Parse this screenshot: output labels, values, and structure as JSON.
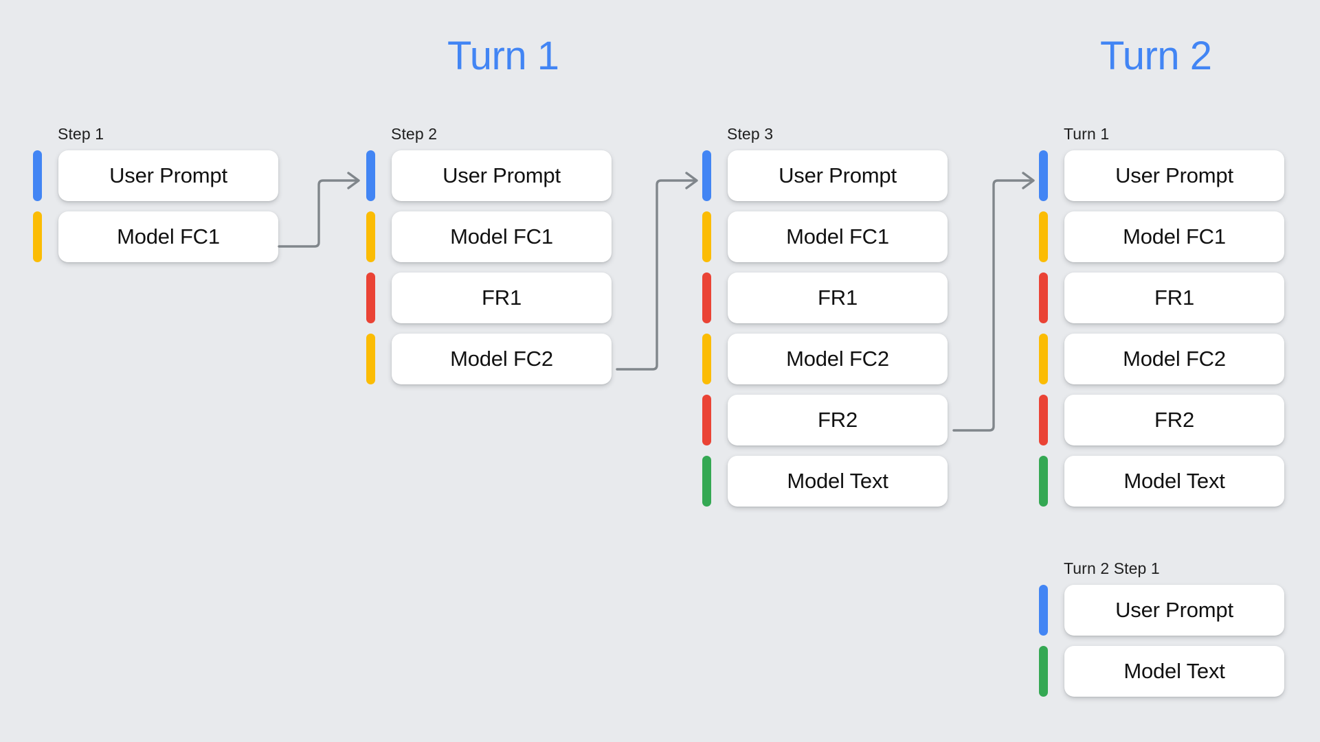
{
  "background_color": "#e8eaed",
  "accent_color": "#4285f4",
  "headings": [
    {
      "label": "Turn 1"
    },
    {
      "label": "Turn 2"
    }
  ],
  "palette": {
    "user_prompt": "#4285f4",
    "model_function_call": "#fbbc04",
    "function_response": "#ea4335",
    "model_text": "#34a853"
  },
  "columns": [
    {
      "id": "step-1",
      "label": "Step 1",
      "rows": [
        {
          "label": "User Prompt",
          "color": "blue"
        },
        {
          "label": "Model FC1",
          "color": "yellow"
        }
      ]
    },
    {
      "id": "step-2",
      "label": "Step 2",
      "rows": [
        {
          "label": "User Prompt",
          "color": "blue"
        },
        {
          "label": "Model FC1",
          "color": "yellow"
        },
        {
          "label": "FR1",
          "color": "red"
        },
        {
          "label": "Model FC2",
          "color": "yellow"
        }
      ]
    },
    {
      "id": "step-3",
      "label": "Step 3",
      "rows": [
        {
          "label": "User Prompt",
          "color": "blue"
        },
        {
          "label": "Model FC1",
          "color": "yellow"
        },
        {
          "label": "FR1",
          "color": "red"
        },
        {
          "label": "Model FC2",
          "color": "yellow"
        },
        {
          "label": "FR2",
          "color": "red"
        },
        {
          "label": "Model Text",
          "color": "green"
        }
      ]
    },
    {
      "id": "turn-1-final",
      "label": "Turn 1",
      "rows": [
        {
          "label": "User Prompt",
          "color": "blue"
        },
        {
          "label": "Model FC1",
          "color": "yellow"
        },
        {
          "label": "FR1",
          "color": "red"
        },
        {
          "label": "Model FC2",
          "color": "yellow"
        },
        {
          "label": "FR2",
          "color": "red"
        },
        {
          "label": "Model Text",
          "color": "green"
        }
      ]
    },
    {
      "id": "turn-2-step-1",
      "label": "Turn 2 Step 1",
      "rows": [
        {
          "label": "User Prompt",
          "color": "blue"
        },
        {
          "label": "Model Text",
          "color": "green"
        }
      ]
    }
  ],
  "connectors": [
    {
      "id": "step-1-to-step-2",
      "icon": "elbow-arrow-right-icon",
      "color": "#80868b"
    },
    {
      "id": "step-2-to-step-3",
      "icon": "elbow-arrow-right-icon",
      "color": "#80868b"
    },
    {
      "id": "step-3-to-turn-1-final",
      "icon": "elbow-arrow-right-icon",
      "color": "#80868b"
    }
  ]
}
